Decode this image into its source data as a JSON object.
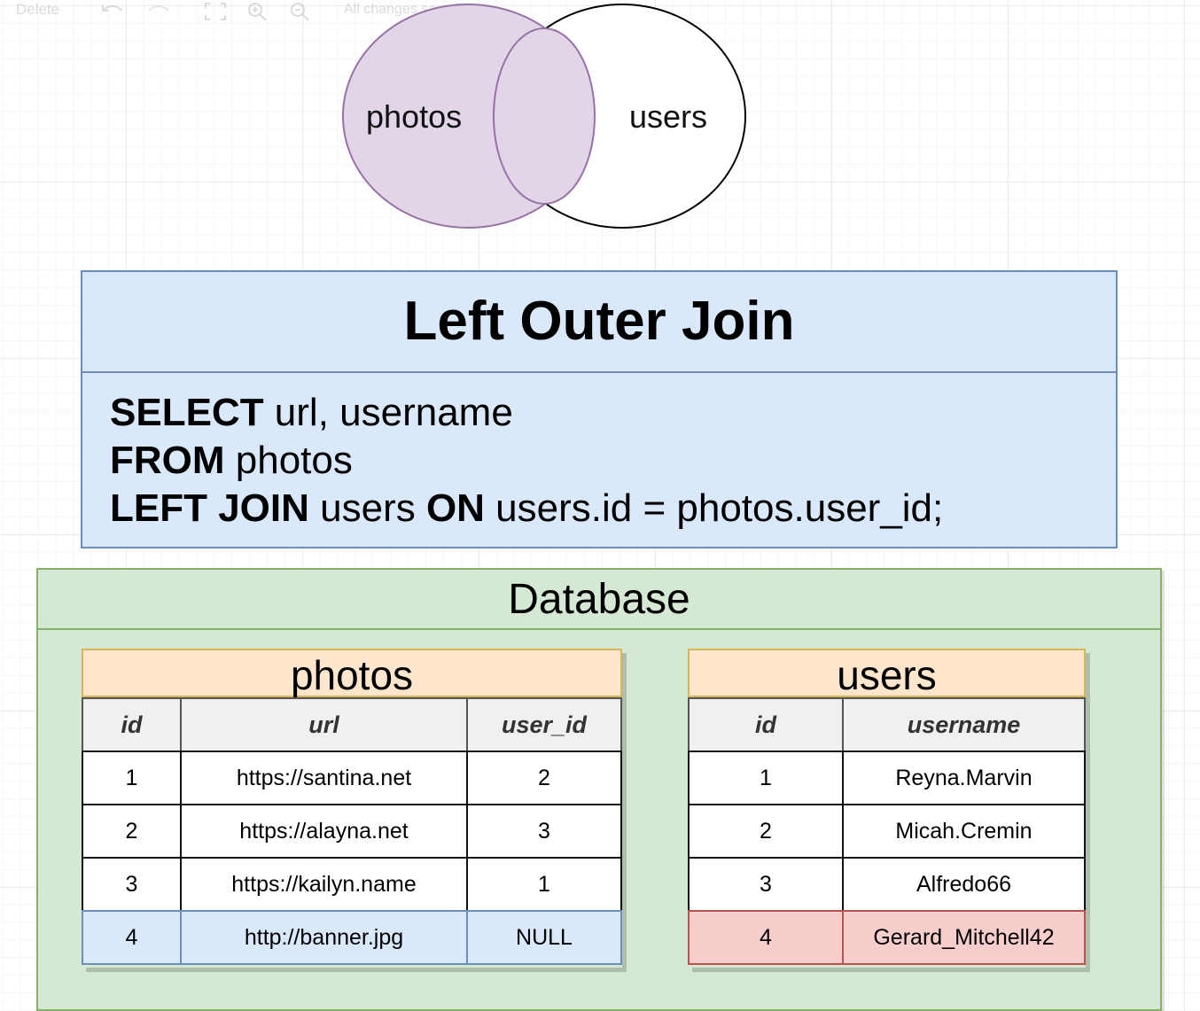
{
  "toolbar": {
    "delete_label": "Delete",
    "status_text": "All changes saved"
  },
  "venn": {
    "left_label": "photos",
    "right_label": "users"
  },
  "sql": {
    "title": "Left Outer Join",
    "line1_kw": "SELECT",
    "line1_rest": " url, username",
    "line2_kw": "FROM",
    "line2_rest": " photos",
    "line3_kw1": "LEFT JOIN",
    "line3_mid": " users ",
    "line3_kw2": "ON",
    "line3_rest": " users.id = photos.user_id;"
  },
  "database": {
    "title": "Database",
    "photos": {
      "name": "photos",
      "columns": [
        "id",
        "url",
        "user_id"
      ],
      "rows": [
        [
          "1",
          "https://santina.net",
          "2"
        ],
        [
          "2",
          "https://alayna.net",
          "3"
        ],
        [
          "3",
          "https://kailyn.name",
          "1"
        ],
        [
          "4",
          "http://banner.jpg",
          "NULL"
        ]
      ]
    },
    "users": {
      "name": "users",
      "columns": [
        "id",
        "username"
      ],
      "rows": [
        [
          "1",
          "Reyna.Marvin"
        ],
        [
          "2",
          "Micah.Cremin"
        ],
        [
          "3",
          "Alfredo66"
        ],
        [
          "4",
          "Gerard_Mitchell42"
        ]
      ]
    }
  },
  "colors": {
    "venn_fill": "#e1d5e7",
    "venn_stroke": "#9673a6",
    "sql_fill": "#dae8fc",
    "sql_stroke": "#6c8ebf",
    "db_fill": "#d5e8d4",
    "db_stroke": "#82b366",
    "table_header_fill": "#ffe6cc",
    "table_header_stroke": "#d6b656",
    "highlight_blue": "#dae8fc",
    "highlight_red": "#f8cecc"
  }
}
